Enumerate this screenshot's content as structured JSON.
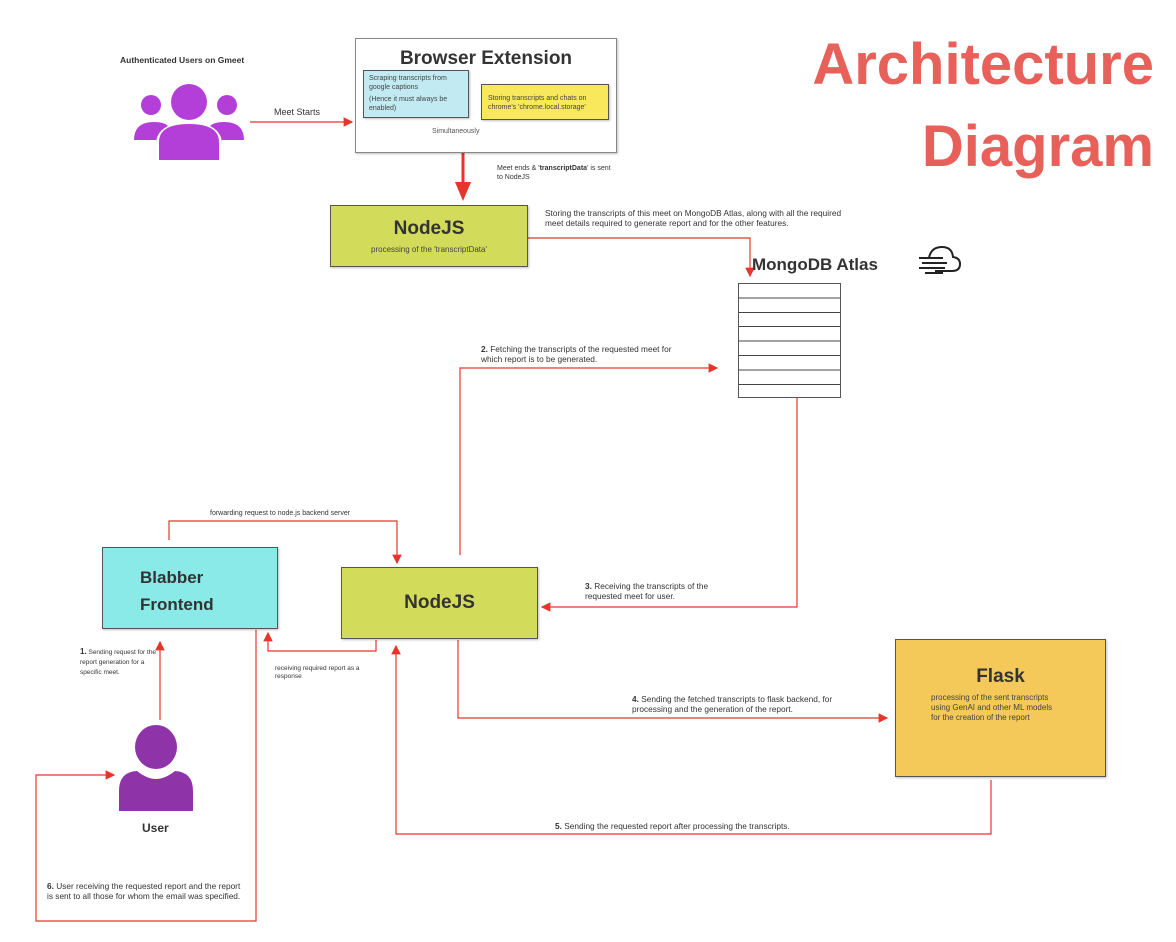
{
  "title": {
    "line1": "Architecture",
    "line2": "Diagram",
    "color": "#E8605A"
  },
  "users_group": {
    "label": "Authenticated Users on Gmeet",
    "icon": "users-group-icon",
    "color": "#B43FD8"
  },
  "meet_starts": "Meet Starts",
  "browser_extension": {
    "title": "Browser  Extension",
    "scrape_text": "Scraping transcripts from google captions",
    "scrape_note": "(Hence it must always be enabled)",
    "store_text": "Storing transcripts and chats on chrome's 'chrome.local.storage'",
    "simultaneously": "Simultaneously"
  },
  "meet_ends": {
    "prefix": "Meet ends & '",
    "bold": "transcriptData",
    "suffix": "' is sent to NodeJS"
  },
  "nodejs_top": {
    "title": "NodeJS",
    "subtitle": "processing of the 'transcriptData'"
  },
  "storing_note": "Storing the transcripts of this meet on MongoDB Atlas, along with all the required meet details required to generate report and for the other features.",
  "mongodb": {
    "label": "MongoDB Atlas",
    "icon": "cloud-icon"
  },
  "step2": {
    "num": "2.",
    "text": " Fetching the transcripts of the requested meet for which report is to be generated."
  },
  "forwarding": "forwarding request to node.js backend server",
  "frontend": {
    "line1": "Blabber",
    "line2": "Frontend"
  },
  "nodejs_main": {
    "title": "NodeJS"
  },
  "step3": {
    "num": "3.",
    "text": " Receiving the transcripts of the requested meet for user."
  },
  "step1": {
    "num": "1.",
    "text": " Sending request for the report generation for a specific meet."
  },
  "receiving_report": "receiving required report as a response",
  "step4": {
    "num": "4.",
    "text": " Sending  the fetched transcripts to flask backend, for processing and the generation of the report."
  },
  "flask": {
    "title": "Flask",
    "text": "processing of the sent transcripts using GenAI and other ML models for the creation of the report"
  },
  "step5": {
    "num": "5.",
    "text": " Sending the requested report after processing the transcripts."
  },
  "user": {
    "label": "User",
    "icon": "user-icon",
    "color": "#8E33A8"
  },
  "step6": {
    "num": "6.",
    "text": " User receiving the requested report and the report is sent to all those for whom the email was specified."
  },
  "colors": {
    "arrow": "#E8352B",
    "nodejs": "#D2DC5A",
    "frontend": "#8AEAE8",
    "flask": "#F5C85A",
    "scrape": "#C2EAF2",
    "store": "#F9E85C"
  }
}
